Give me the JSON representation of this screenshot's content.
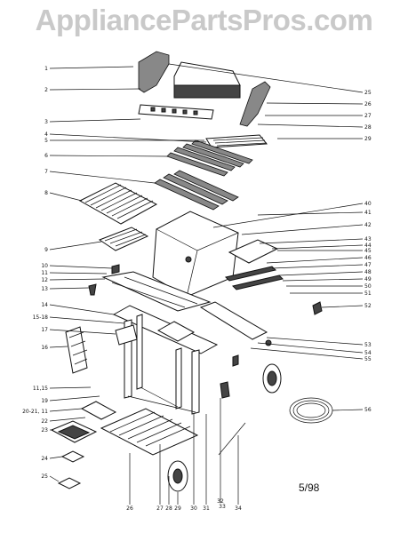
{
  "watermark": "AppliancePartsPros.com",
  "date_code": "5/98",
  "labels_left": [
    "1",
    "2",
    "3",
    "4",
    "5",
    "6",
    "7",
    "8",
    "9",
    "10",
    "11",
    "12",
    "13",
    "14",
    "15-18",
    "16",
    "17",
    "11,15",
    "19",
    "20-21, 11",
    "22",
    "23",
    "24",
    "25"
  ],
  "labels_right": [
    "25",
    "26",
    "27",
    "28",
    "29",
    "40",
    "41",
    "42",
    "43",
    "44",
    "45",
    "46",
    "47",
    "48",
    "49",
    "50",
    "51",
    "52",
    "53",
    "54",
    "55",
    "56"
  ],
  "labels_bottom": [
    "26",
    "27",
    "28",
    "29",
    "30",
    "31",
    "32",
    "33",
    "34"
  ]
}
